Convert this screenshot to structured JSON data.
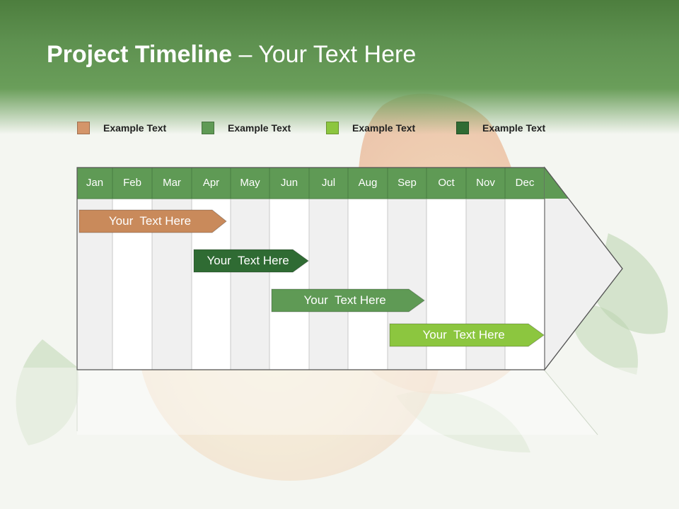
{
  "header": {
    "title_bold": "Project Timeline",
    "title_rest": " – Your Text Here"
  },
  "legend": [
    {
      "label": "Example Text",
      "color": "#d4956a"
    },
    {
      "label": "Example Text",
      "color": "#5f9a55"
    },
    {
      "label": "Example Text",
      "color": "#8cc63f"
    },
    {
      "label": "Example Text",
      "color": "#2f6b33"
    }
  ],
  "timeline": {
    "months": [
      "Jan",
      "Feb",
      "Mar",
      "Apr",
      "May",
      "Jun",
      "Jul",
      "Aug",
      "Sep",
      "Oct",
      "Nov",
      "Dec"
    ],
    "header_color": "#5f9a55",
    "tasks": [
      {
        "label": "Your  Text Here",
        "color": "#c98a5b"
      },
      {
        "label": "Your  Text Here",
        "color": "#2f6b33"
      },
      {
        "label": "Your  Text Here",
        "color": "#5f9a55"
      },
      {
        "label": "Your  Text Here",
        "color": "#8cc63f"
      }
    ]
  }
}
